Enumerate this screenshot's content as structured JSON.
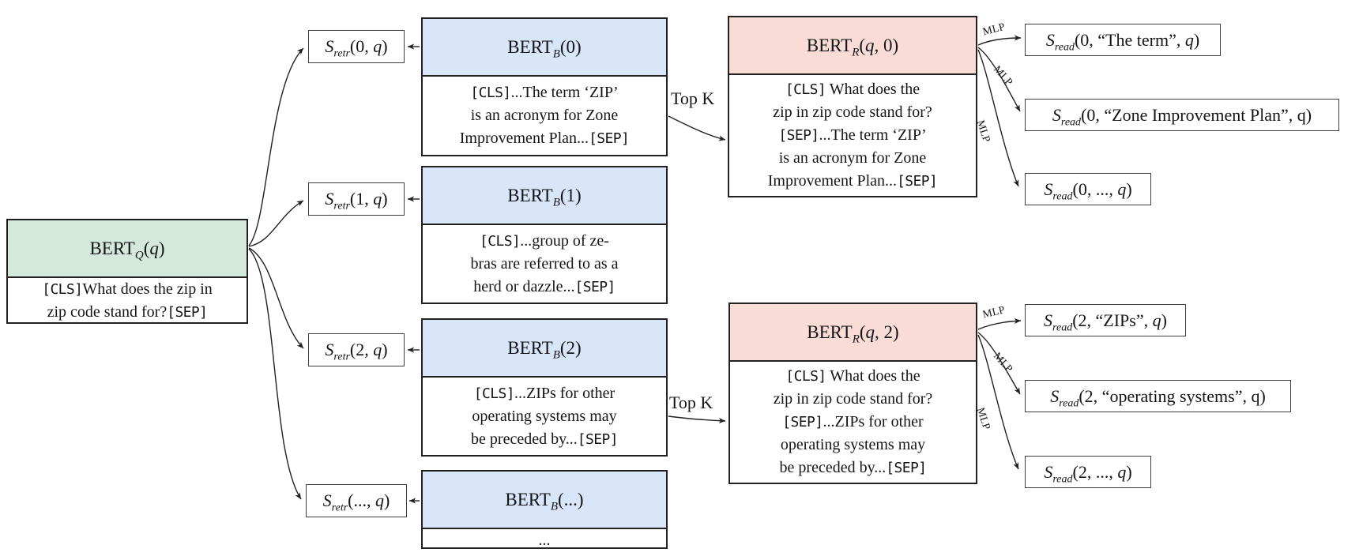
{
  "colors": {
    "green": "#d4e8db",
    "blue": "#d9e5f8",
    "pink": "#f8dcd5",
    "border": "#212121",
    "score_border": "#3d3d3d",
    "text": "#141519"
  },
  "labels": {
    "top_k": "Top K",
    "mlp": "MLP"
  },
  "query_encoder": {
    "title": {
      "pre": "BERT",
      "sub": "Q",
      "a1": "(",
      "var": "q",
      "a3": ")"
    },
    "body": {
      "cls": "[CLS]",
      "text": "What does the zip in\nzip code stand for?",
      "sep": "[SEP]"
    }
  },
  "retr_scores": [
    {
      "base": "S",
      "sub": "retr",
      "a1": "(0, ",
      "var": "q",
      "a3": ")"
    },
    {
      "base": "S",
      "sub": "retr",
      "a1": "(1, ",
      "var": "q",
      "a3": ")"
    },
    {
      "base": "S",
      "sub": "retr",
      "a1": "(2, ",
      "var": "q",
      "a3": ")"
    },
    {
      "base": "S",
      "sub": "retr",
      "a1": "(..., ",
      "var": "q",
      "a3": ")"
    }
  ],
  "block_encoders": [
    {
      "title": {
        "pre": "BERT",
        "sub": "B",
        "a1": "(0)",
        "var": "",
        "a3": ""
      },
      "body": {
        "cls": "[CLS]",
        "text": "...The term ‘ZIP’\nis an acronym for Zone\nImprovement Plan...",
        "sep": "[SEP]"
      }
    },
    {
      "title": {
        "pre": "BERT",
        "sub": "B",
        "a1": "(1)",
        "var": "",
        "a3": ""
      },
      "body": {
        "cls": "[CLS]",
        "text": "...group of ze-\nbras are referred to as a\nherd or dazzle...",
        "sep": "[SEP]"
      }
    },
    {
      "title": {
        "pre": "BERT",
        "sub": "B",
        "a1": "(2)",
        "var": "",
        "a3": ""
      },
      "body": {
        "cls": "[CLS]",
        "text": "...ZIPs for other\noperating systems may\nbe preceded by...",
        "sep": "[SEP]"
      }
    },
    {
      "title": {
        "pre": "BERT",
        "sub": "B",
        "a1": "(...)",
        "var": "",
        "a3": ""
      },
      "body_ellipsis": "..."
    }
  ],
  "readers": [
    {
      "title": {
        "pre": "BERT",
        "sub": "R",
        "a1": "(",
        "var": "q",
        "a3": ", 0)"
      },
      "body": {
        "cls": "[CLS]",
        "question": " What does the\nzip in zip code stand for?\n",
        "sep1": "[SEP]",
        "passage": "...The term ‘ZIP’\nis an acronym for Zone\nImprovement Plan...",
        "sep2": "[SEP]"
      }
    },
    {
      "title": {
        "pre": "BERT",
        "sub": "R",
        "a1": "(",
        "var": "q",
        "a3": ", 2)"
      },
      "body": {
        "cls": "[CLS]",
        "question": " What does the\nzip in zip code stand for?\n",
        "sep1": "[SEP]",
        "passage": "...ZIPs for other\noperating systems may\nbe preceded by...",
        "sep2": "[SEP]"
      }
    }
  ],
  "read_scores": [
    {
      "base": "S",
      "sub": "read",
      "a1": "(0, “The term”, ",
      "var": "q",
      "a3": ")"
    },
    {
      "base": "S",
      "sub": "read",
      "a1": "(0, “Zone Improvement Plan”, q)",
      "var": "",
      "a3": ""
    },
    {
      "base": "S",
      "sub": "read",
      "a1": "(0, ..., ",
      "var": "q",
      "a3": ")"
    },
    {
      "base": "S",
      "sub": "read",
      "a1": "(2, “ZIPs”, ",
      "var": "q",
      "a3": ")"
    },
    {
      "base": "S",
      "sub": "read",
      "a1": "(2, “operating systems”, q)",
      "var": "",
      "a3": ""
    },
    {
      "base": "S",
      "sub": "read",
      "a1": "(2, ..., ",
      "var": "q",
      "a3": ")"
    }
  ]
}
